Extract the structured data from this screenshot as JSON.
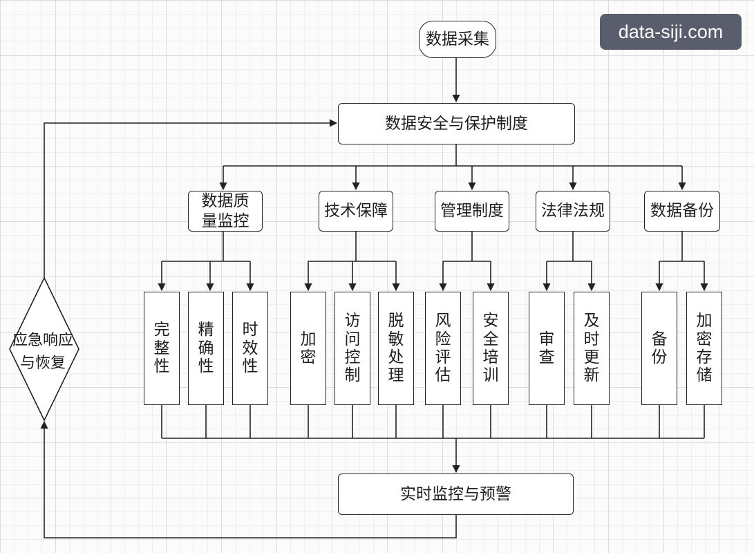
{
  "watermark": "data-siji.com",
  "nodes": {
    "collect": "数据采集",
    "policy": "数据安全与保护制度",
    "quality": "数据质量监控",
    "tech": "技术保障",
    "mgmt": "管理制度",
    "law": "法律法规",
    "backup": "数据备份",
    "completeness": "完整性",
    "accuracy": "精确性",
    "timeliness": "时效性",
    "encrypt": "加密",
    "access": "访问控制",
    "desens": "脱敏处理",
    "risk": "风险评估",
    "training": "安全培训",
    "audit": "审查",
    "update": "及时更新",
    "bk": "备份",
    "encstore": "加密存储",
    "monitor": "实时监控与预警",
    "emergency": "应急响应与恢复"
  }
}
